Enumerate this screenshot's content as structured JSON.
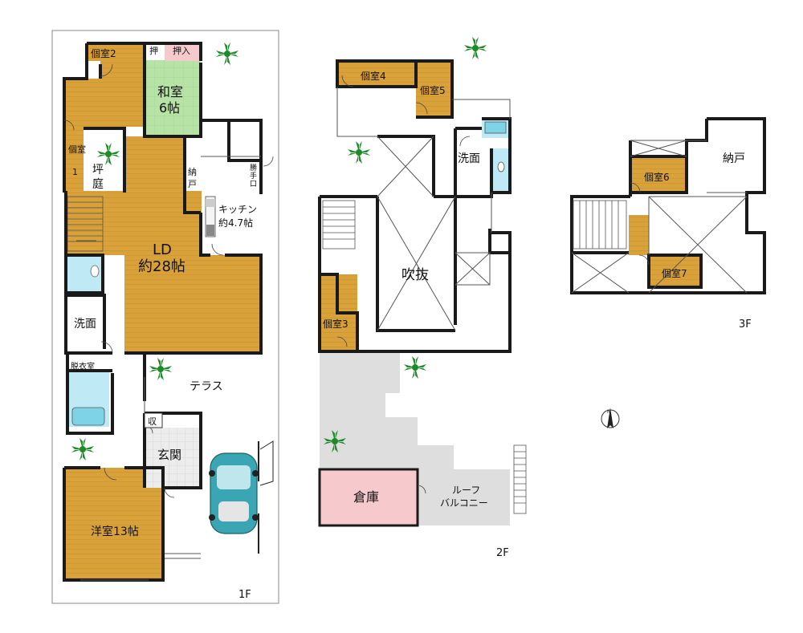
{
  "floors": {
    "f1": {
      "label": "1F",
      "rooms": {
        "kojitsu2": "個室2",
        "oshi": "押",
        "oshiire": "押入",
        "washitsu_name": "和室",
        "washitsu_size": "6帖",
        "kojitsu1_a": "個室",
        "kojitsu1_b": "1",
        "tsuboniwa_a": "坪",
        "tsuboniwa_b": "庭",
        "nando_a": "納",
        "nando_b": "戸",
        "katteguchi_a": "勝",
        "katteguchi_b": "手",
        "katteguchi_c": "口",
        "kitchen_name": "キッチン",
        "kitchen_size": "約4.7帖",
        "ld_name": "LD",
        "ld_size": "約28帖",
        "senmen": "洗面",
        "datsuishitsu": "脱衣室",
        "terrace": "テラス",
        "shu": "収",
        "genkan": "玄関",
        "yoshitsu": "洋室13帖"
      }
    },
    "f2": {
      "label": "2F",
      "rooms": {
        "kojitsu4": "個室4",
        "kojitsu5": "個室5",
        "senmen": "洗面",
        "fukinuke": "吹抜",
        "kojitsu3": "個室3",
        "soko": "倉庫",
        "roof_balcony_a": "ルーフ",
        "roof_balcony_b": "バルコニー"
      }
    },
    "f3": {
      "label": "3F",
      "rooms": {
        "nando": "納戸",
        "kojitsu6": "個室6",
        "kojitsu7": "個室7"
      }
    }
  },
  "compass": {
    "label": "N"
  },
  "colors": {
    "wood_floor": "#d9a13a",
    "tatami": "#b7e3a6",
    "wet_area": "#bfeaf5",
    "storage": "#f6c9cc",
    "roof_balcony": "#dedede",
    "car_body": "#3aa6b3",
    "tree": "#1f8a2a",
    "wall": "#1a1a1a"
  }
}
